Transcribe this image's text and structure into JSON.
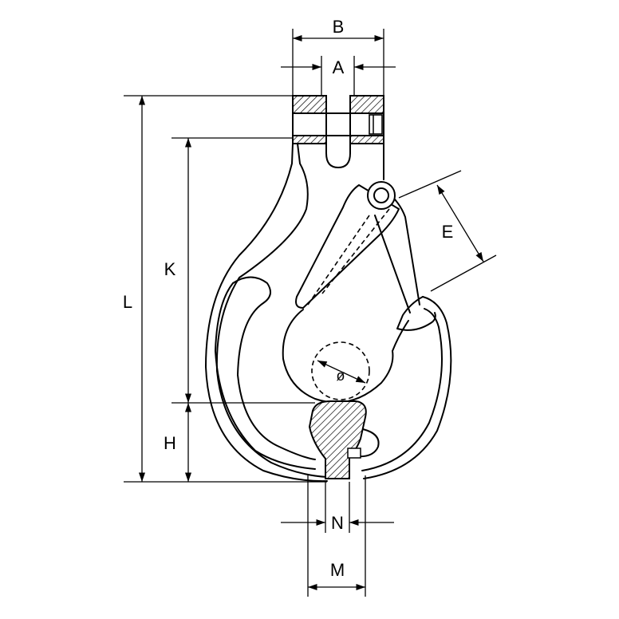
{
  "dimensions": {
    "A": "A",
    "B": "B",
    "E": "E",
    "K": "K",
    "L": "L",
    "H": "H",
    "phi": "ø",
    "N": "N",
    "M": "M"
  }
}
